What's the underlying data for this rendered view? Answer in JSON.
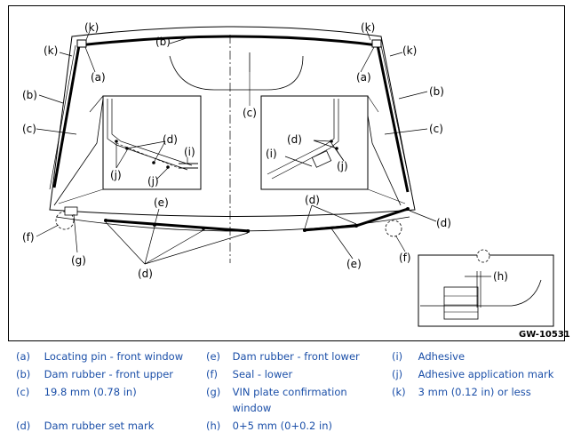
{
  "diagram": {
    "figure_id": "GW-10531",
    "callouts": {
      "a": "(a)",
      "b": "(b)",
      "c": "(c)",
      "d": "(d)",
      "e": "(e)",
      "f": "(f)",
      "g": "(g)",
      "h": "(h)",
      "i": "(i)",
      "j": "(j)",
      "k": "(k)"
    }
  },
  "legend": [
    {
      "key": "(a)",
      "text": "Locating pin - front window"
    },
    {
      "key": "(b)",
      "text": "Dam rubber - front upper"
    },
    {
      "key": "(c)",
      "text": "19.8 mm (0.78  in)"
    },
    {
      "key": "(d)",
      "text": "Dam rubber set mark"
    },
    {
      "key": "(e)",
      "text": "Dam rubber - front lower"
    },
    {
      "key": "(f)",
      "text": "Seal - lower"
    },
    {
      "key": "(g)",
      "text": "VIN plate confirmation window"
    },
    {
      "key": "(h)",
      "text": "0+5 mm (0+0.2  in)"
    },
    {
      "key": "(i)",
      "text": "Adhesive"
    },
    {
      "key": "(j)",
      "text": "Adhesive application mark"
    },
    {
      "key": "(k)",
      "text": "3 mm (0.12  in) or less"
    }
  ]
}
